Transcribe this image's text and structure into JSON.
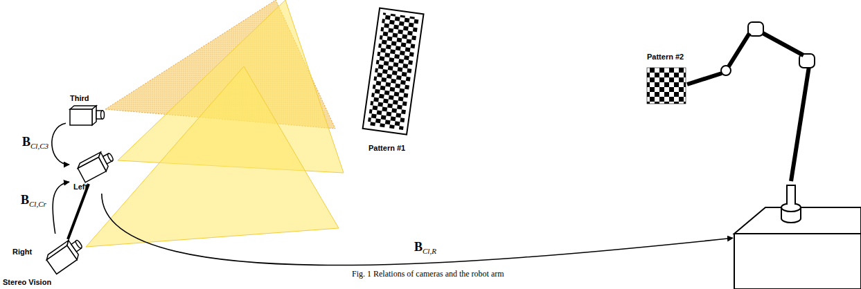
{
  "diagram": {
    "caption": "Fig. 1 Relations of cameras and the robot arm",
    "nodes": [
      {
        "text": [
          "Third"
        ]
      },
      {
        "text": [
          "Left"
        ]
      },
      {
        "text": [
          "Right"
        ]
      },
      {
        "text": [
          "Pattern #1"
        ]
      },
      {
        "text": [
          "Pattern #2"
        ]
      }
    ],
    "edges": [
      {
        "from": 0,
        "to": 1,
        "label": "BCl,C3",
        "arrow": "to"
      },
      {
        "from": 2,
        "to": 1,
        "label": "BCl,Cr",
        "arrow": "to"
      },
      {
        "from": 1,
        "to": 4,
        "label": "BCl,R",
        "arrow": "to"
      }
    ],
    "labels": [
      "Stereo Vision"
    ]
  }
}
